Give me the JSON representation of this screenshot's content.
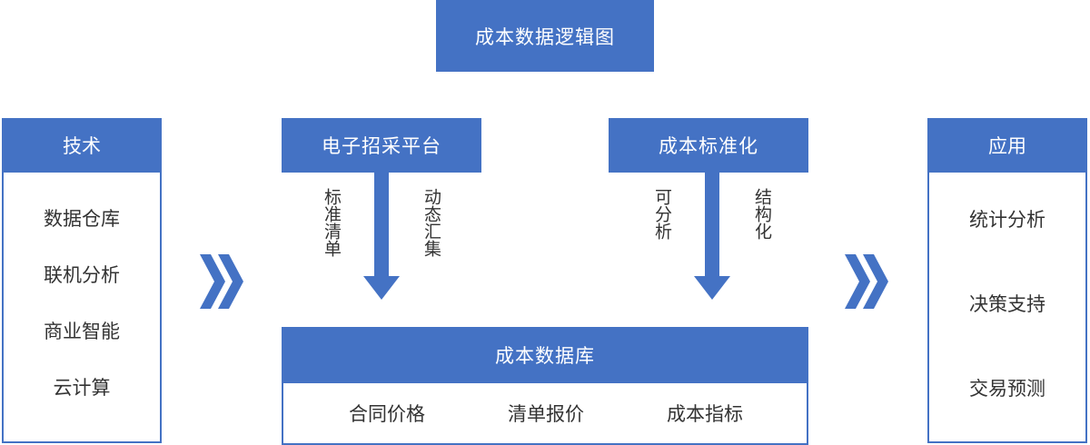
{
  "title": "成本数据逻辑图",
  "left_column": {
    "header": "技术",
    "items": [
      "数据仓库",
      "联机分析",
      "商业智能",
      "云计算"
    ]
  },
  "right_column": {
    "header": "应用",
    "items": [
      "统计分析",
      "决策支持",
      "交易预测"
    ]
  },
  "platform": {
    "label": "电子招采平台",
    "left_note": "标准清单",
    "right_note": "动态汇集"
  },
  "standardization": {
    "label": "成本标准化",
    "left_note": "可分析",
    "right_note": "结构化"
  },
  "database": {
    "header": "成本数据库",
    "items": [
      "合同价格",
      "清单报价",
      "成本指标"
    ]
  },
  "colors": {
    "accent": "#4472c4",
    "text": "#333333"
  }
}
